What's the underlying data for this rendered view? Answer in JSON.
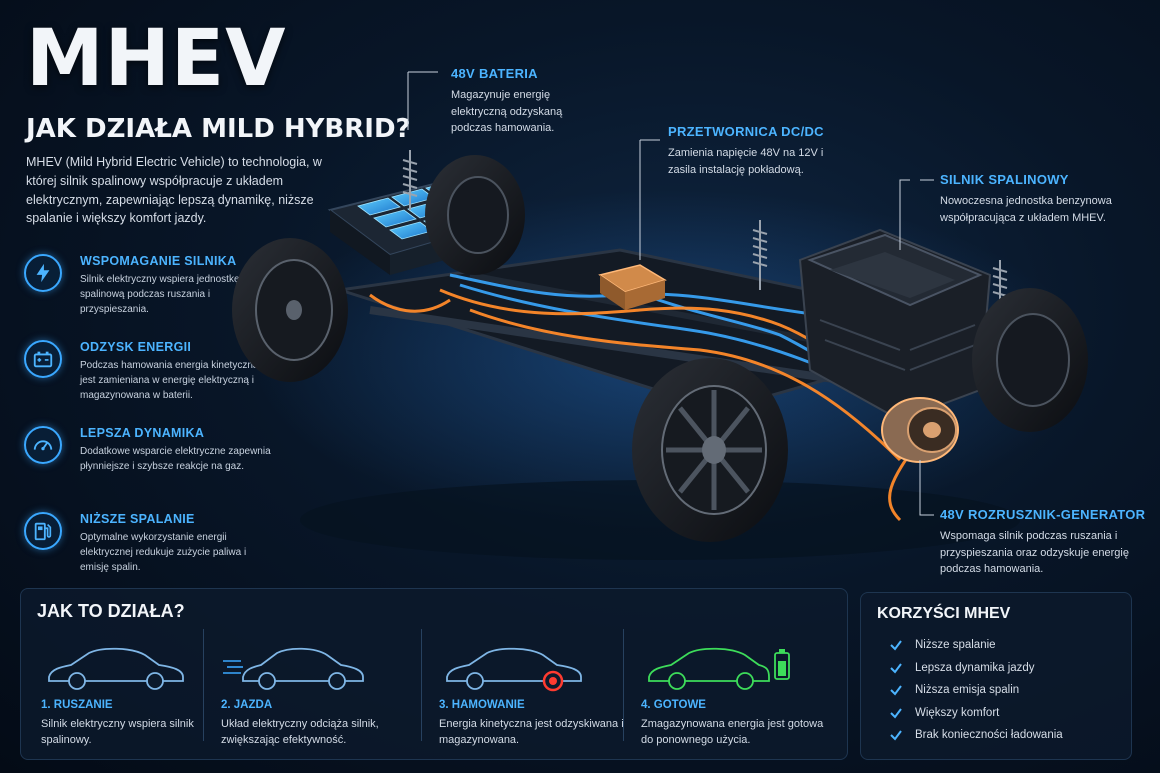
{
  "header": {
    "title": "MHEV",
    "subtitle": "JAK DZIAŁA MILD HYBRID?",
    "intro": "MHEV (Mild Hybrid Electric Vehicle) to technologia, w której silnik spalinowy współpracuje z układem elektrycznym, zapewniając lepszą dynamikę, niższe spalanie i większy komfort jazdy."
  },
  "features": [
    {
      "icon": "lightning-icon",
      "title": "WSPOMAGANIE SILNIKA",
      "text": "Silnik elektryczny wspiera jednostkę spalinową podczas ruszania i przyspieszania."
    },
    {
      "icon": "battery-icon",
      "title": "ODZYSK ENERGII",
      "text": "Podczas hamowania energia kinetyczna jest zamieniana w energię elektryczną i magazynowana w baterii."
    },
    {
      "icon": "speedometer-icon",
      "title": "LEPSZA DYNAMIKA",
      "text": "Dodatkowe wsparcie elektryczne zapewnia płynniejsze i szybsze reakcje na gaz."
    },
    {
      "icon": "fuel-pump-icon",
      "title": "NIŻSZE SPALANIE",
      "text": "Optymalne wykorzystanie energii elektrycznej redukuje zużycie paliwa i emisję spalin."
    }
  ],
  "callouts": {
    "battery": {
      "title": "48V BATERIA",
      "text": "Magazynuje energię elektryczną odzyskaną podczas hamowania."
    },
    "dcdc": {
      "title": "PRZETWORNICA DC/DC",
      "text": "Zamienia napięcie 48V na 12V i zasila instalację pokładową."
    },
    "engine": {
      "title": "SILNIK SPALINOWY",
      "text": "Nowoczesna jednostka benzynowa współpracująca z układem MHEV."
    },
    "starter": {
      "title": "48V ROZRUSZNIK-GENERATOR",
      "text": "Wspomaga silnik podczas ruszania i przyspieszania oraz odzyskuje energię podczas hamowania."
    }
  },
  "how": {
    "title": "JAK TO DZIAŁA?",
    "steps": [
      {
        "title": "1. RUSZANIE",
        "text": "Silnik elektryczny wspiera silnik spalinowy."
      },
      {
        "title": "2. JAZDA",
        "text": "Układ elektryczny odciąża silnik, zwiększając efektywność."
      },
      {
        "title": "3. HAMOWANIE",
        "text": "Energia kinetyczna jest odzyskiwana i magazynowana."
      },
      {
        "title": "4. GOTOWE",
        "text": "Zmagazynowana energia jest gotowa do ponownego użycia."
      }
    ]
  },
  "benefits": {
    "title": "KORZYŚCI MHEV",
    "items": [
      "Niższe spalanie",
      "Lepsza dynamika jazdy",
      "Niższa emisja spalin",
      "Większy komfort",
      "Brak konieczności ładowania"
    ]
  },
  "colors": {
    "accent": "#3aa8ff",
    "orange": "#ff8a2a",
    "green": "#3ddc5a",
    "red": "#ff3b30"
  }
}
